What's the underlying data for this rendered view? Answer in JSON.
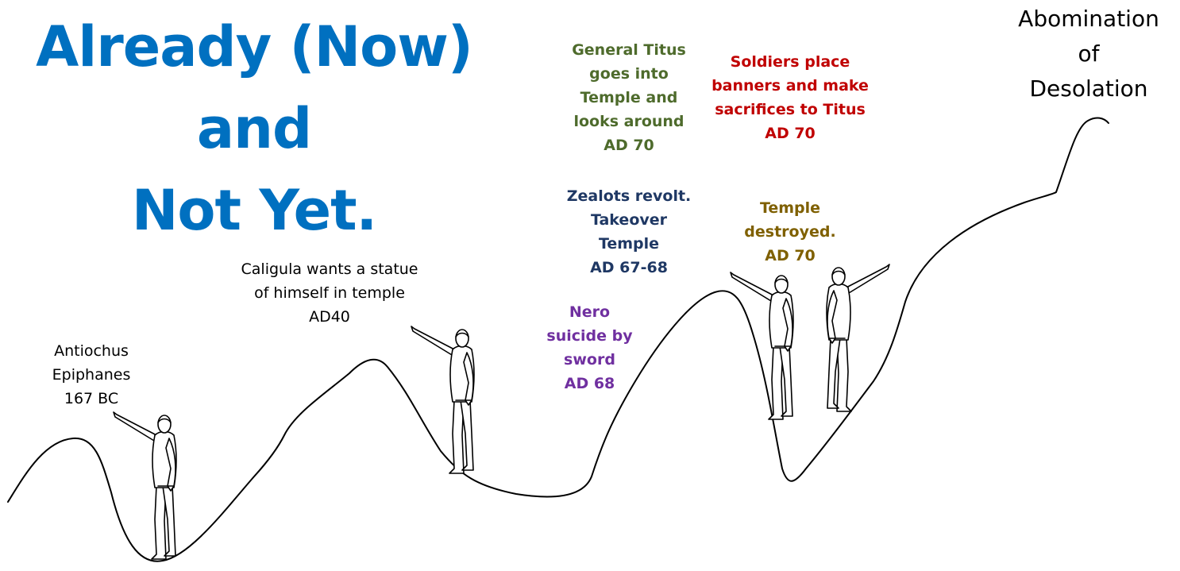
{
  "title": {
    "line1": "Already (Now)",
    "line2": "and",
    "line3": "Not Yet.",
    "color": "#0070c0"
  },
  "events": {
    "antiochus": {
      "line1": "Antiochus",
      "line2": "Epiphanes",
      "line3": "167 BC",
      "color": "#000000"
    },
    "caligula": {
      "line1": "Caligula wants a statue",
      "line2": "of himself in temple",
      "line3": "AD40",
      "color": "#000000"
    },
    "nero": {
      "line1": "Nero",
      "line2": "suicide by",
      "line3": "sword",
      "line4": "AD 68",
      "color": "#7030a0"
    },
    "zealots": {
      "line1": "Zealots revolt.",
      "line2": "Takeover",
      "line3": "Temple",
      "line4": "AD 67-68",
      "color": "#1f3864"
    },
    "titus": {
      "line1": "General Titus",
      "line2": "goes into",
      "line3": "Temple and",
      "line4": "looks around",
      "line5": "AD 70",
      "color": "#4e6b2c"
    },
    "soldiers": {
      "line1": "Soldiers place",
      "line2": "banners and make",
      "line3": "sacrifices to Titus",
      "line4": "AD 70",
      "color": "#c00000"
    },
    "temple_destroyed": {
      "line1": "Temple",
      "line2": "destroyed.",
      "line3": "AD 70",
      "color": "#7f6000"
    },
    "abomination": {
      "line1": "Abomination",
      "line2": "of",
      "line3": "Desolation",
      "color": "#000000"
    }
  },
  "figures": [
    {
      "name": "figure-antiochus",
      "facing": "left"
    },
    {
      "name": "figure-caligula",
      "facing": "left"
    },
    {
      "name": "figure-temple-left",
      "facing": "left"
    },
    {
      "name": "figure-temple-right",
      "facing": "right"
    }
  ]
}
